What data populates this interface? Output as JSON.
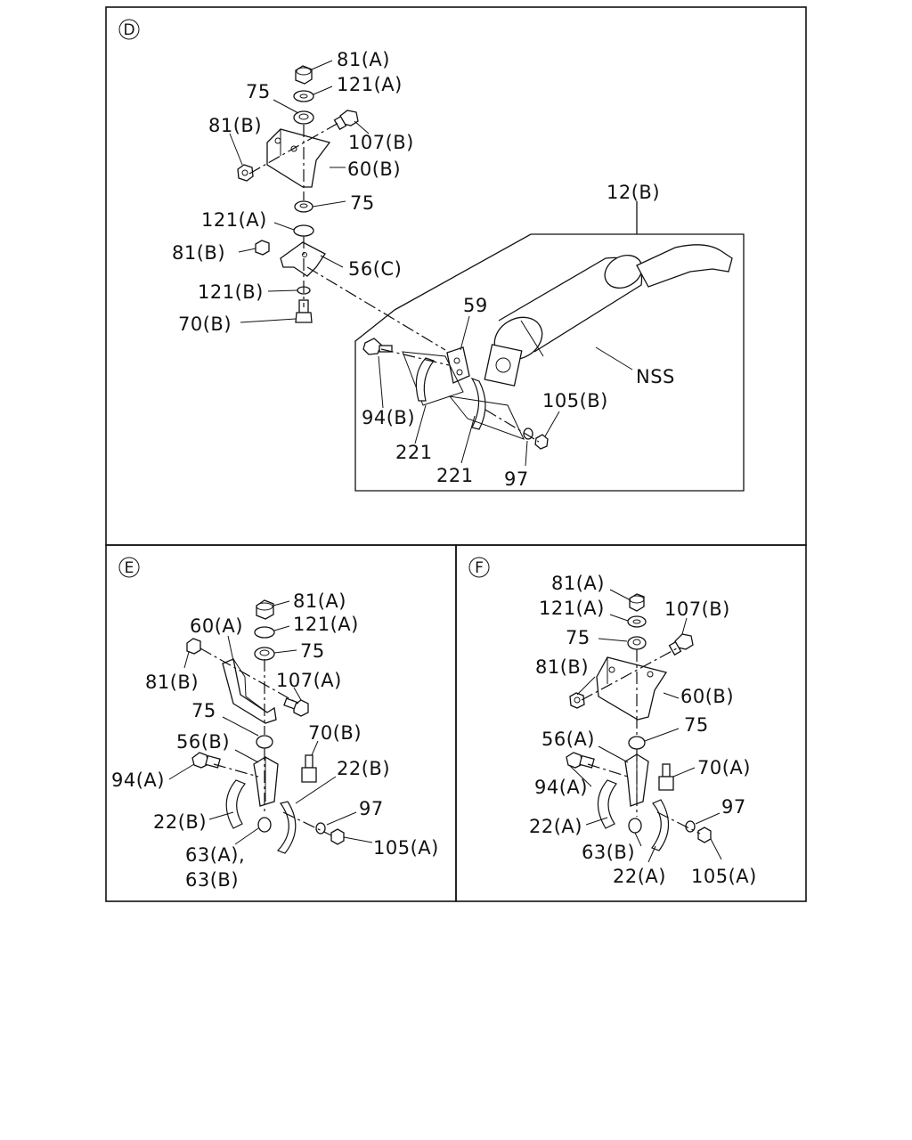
{
  "sections": {
    "D": {
      "tag": "D",
      "labels": {
        "n81A": "81(A)",
        "n121A_top": "121(A)",
        "n75_top": "75",
        "n81B_top": "81(B)",
        "n107B": "107(B)",
        "n60B": "60(B)",
        "n75_mid": "75",
        "n121A_mid": "121(A)",
        "n81B_mid": "81(B)",
        "n56C": "56(C)",
        "n121B": "121(B)",
        "n70B": "70(B)",
        "n12B": "12(B)",
        "n59": "59",
        "nNSS": "NSS",
        "n94B": "94(B)",
        "n221a": "221",
        "n221b": "221",
        "n105B": "105(B)",
        "n97": "97"
      }
    },
    "E": {
      "tag": "E",
      "labels": {
        "n81A": "81(A)",
        "n121A": "121(A)",
        "n60A": "60(A)",
        "n75_top": "75",
        "n81B": "81(B)",
        "n107A": "107(A)",
        "n75_mid": "75",
        "n70B": "70(B)",
        "n56B": "56(B)",
        "n22B_r": "22(B)",
        "n94A": "94(A)",
        "n97": "97",
        "n22B_l": "22(B)",
        "n105A": "105(A)",
        "n63A": "63(A),",
        "n63B": "63(B)"
      }
    },
    "F": {
      "tag": "F",
      "labels": {
        "n81A": "81(A)",
        "n121A": "121(A)",
        "n107B": "107(B)",
        "n75_top": "75",
        "n81B": "81(B)",
        "n60B": "60(B)",
        "n75_mid": "75",
        "n56A": "56(A)",
        "n70A": "70(A)",
        "n94A": "94(A)",
        "n97": "97",
        "n22A_l": "22(A)",
        "n63B": "63(B)",
        "n22A_b": "22(A)",
        "n105A": "105(A)"
      }
    }
  }
}
